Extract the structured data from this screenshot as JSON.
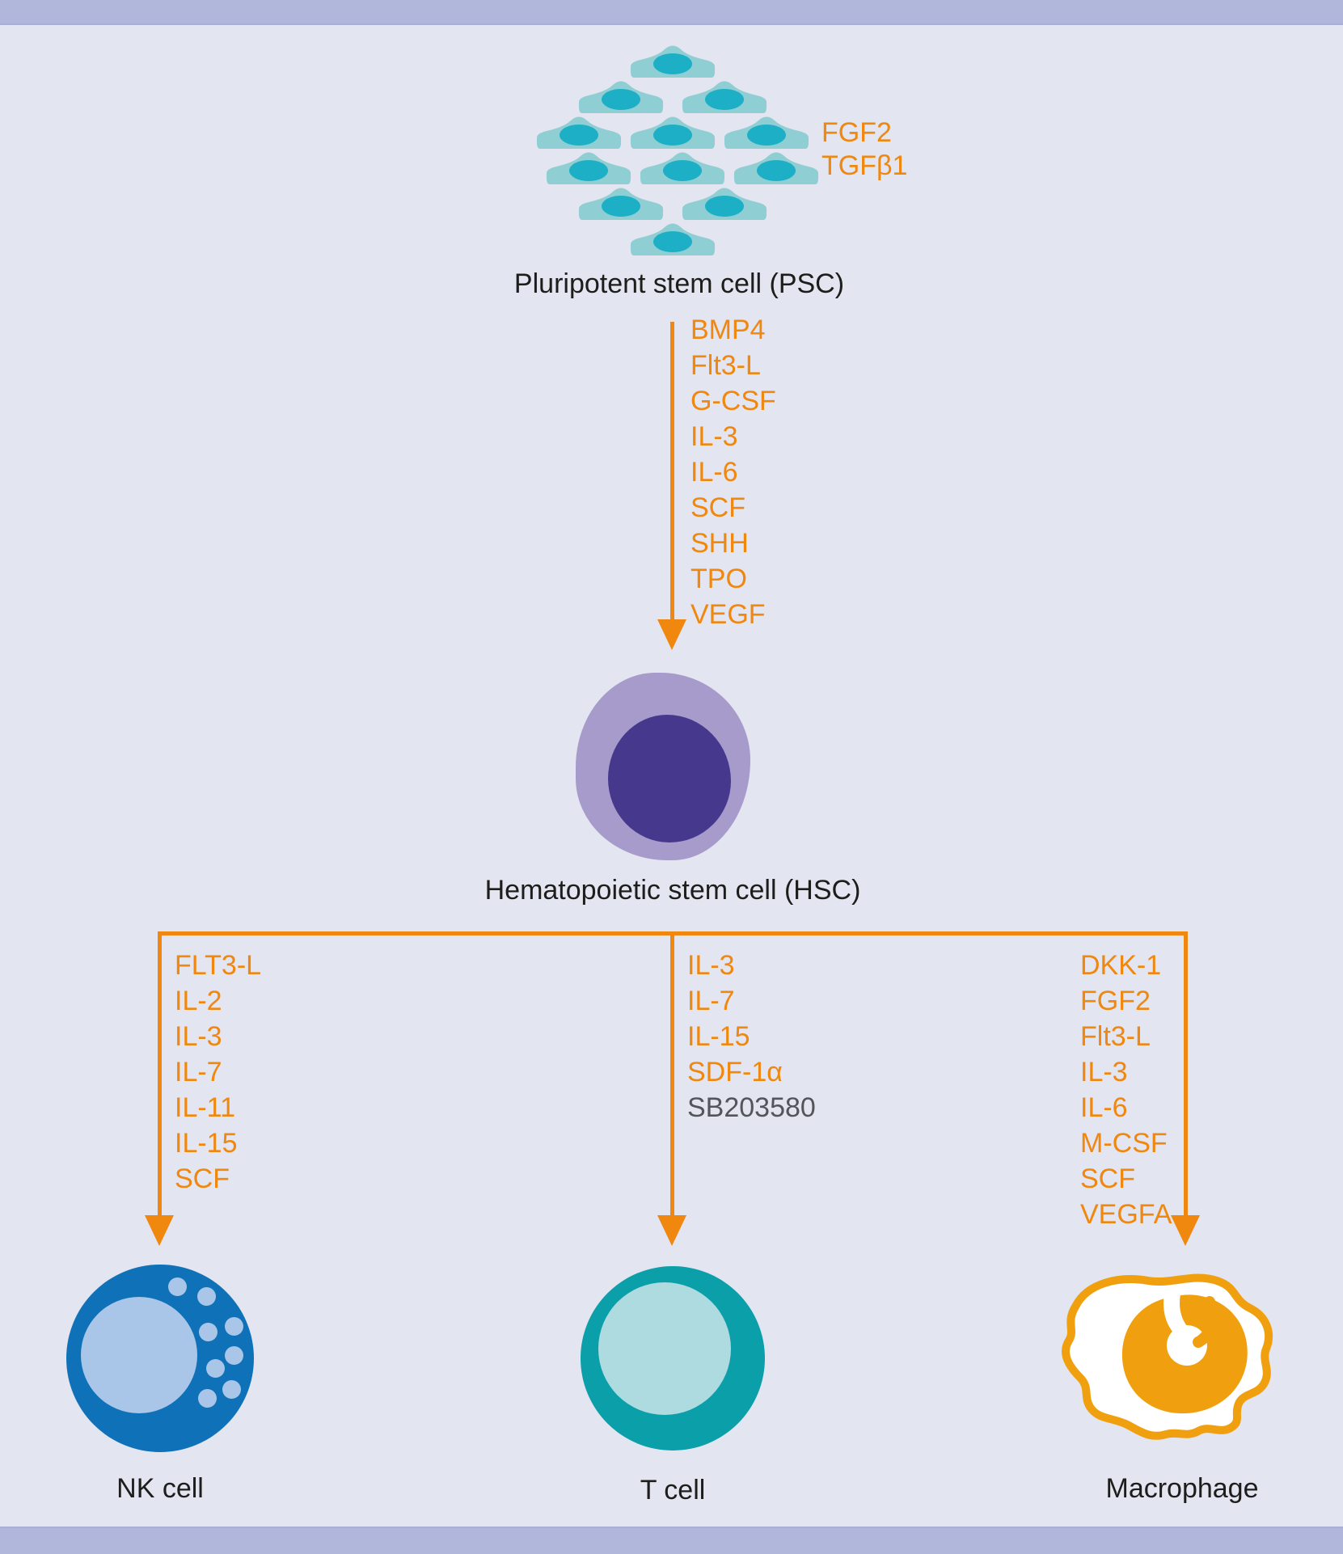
{
  "colors": {
    "bg": "#E3E5F1",
    "band": "#B1B7DB",
    "band-edge": "#A9AFD4",
    "orange": "#F0870E",
    "macro-orange": "#F0A00E",
    "ink": "#1D1D1B",
    "muted": "#54555A",
    "psc-body": "#8FCFD3",
    "psc-nucleus": "#1CAFC6",
    "hsc-outer": "#A79BCB",
    "hsc-inner": "#46398D",
    "nk-outer": "#0F72B8",
    "nk-inner": "#A9C6E8",
    "t-outer": "#0B9FAA",
    "t-inner": "#AEDBDF"
  },
  "psc": {
    "label": "Pluripotent stem cell (PSC)",
    "side_factors": [
      "FGF2",
      "TGFβ1"
    ]
  },
  "psc_to_hsc_factors": [
    "BMP4",
    "Flt3-L",
    "G-CSF",
    "IL-3",
    "IL-6",
    "SCF",
    "SHH",
    "TPO",
    "VEGF"
  ],
  "hsc": {
    "label": "Hematopoietic stem cell (HSC)"
  },
  "branches": {
    "nk": {
      "label": "NK cell",
      "factors": [
        "FLT3-L",
        "IL-2",
        "IL-3",
        "IL-7",
        "IL-11",
        "IL-15",
        "SCF"
      ]
    },
    "t": {
      "label": "T cell",
      "factors": [
        "IL-3",
        "IL-7",
        "IL-15",
        "SDF-1α"
      ],
      "inhibitor": "SB203580"
    },
    "macrophage": {
      "label": "Macrophage",
      "factors": [
        "DKK-1",
        "FGF2",
        "Flt3-L",
        "IL-3",
        "IL-6",
        "M-CSF",
        "SCF",
        "VEGFA"
      ]
    }
  }
}
